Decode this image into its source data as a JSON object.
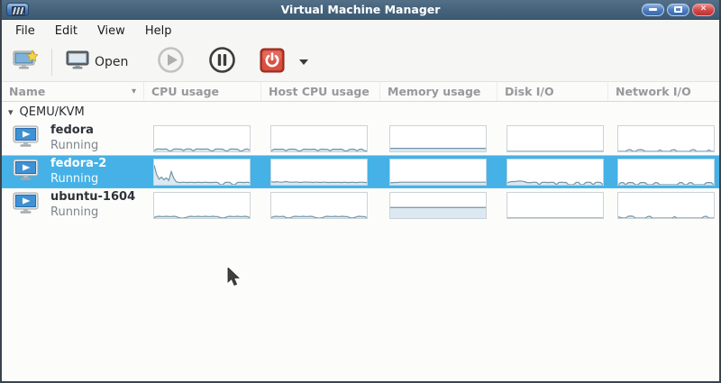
{
  "window": {
    "title": "Virtual Machine Manager"
  },
  "menu_bar": {
    "items": [
      "File",
      "Edit",
      "View",
      "Help"
    ]
  },
  "toolbar": {
    "open_label": "Open"
  },
  "icons": {
    "sort_arrow": "▾",
    "expander": "▾"
  },
  "colors": {
    "selection": "#45b1e6",
    "titlebar": "#46637c",
    "spark_line": "#7196a8",
    "spark_fill": "#dce9f2",
    "close_button": "#d44a4a"
  },
  "table": {
    "columns": [
      "Name",
      "CPU usage",
      "Host CPU usage",
      "Memory usage",
      "Disk I/O",
      "Network I/O"
    ],
    "group_label": "QEMU/KVM",
    "rows": [
      {
        "name": "fedora",
        "status": "Running",
        "selected": false,
        "charts": {
          "cpu": [
            3,
            9,
            10,
            9,
            9,
            10,
            3,
            2,
            9,
            10,
            9,
            9,
            3,
            9,
            10,
            9,
            2,
            9,
            10,
            9,
            9,
            10,
            9,
            3,
            2,
            9,
            10,
            9,
            9,
            3,
            2,
            9,
            10,
            9,
            9,
            2,
            2,
            8,
            10,
            5
          ],
          "host_cpu": [
            2,
            8,
            9,
            8,
            9,
            8,
            2,
            8,
            9,
            9,
            8,
            2,
            2,
            8,
            9,
            8,
            8,
            9,
            8,
            2,
            8,
            9,
            8,
            8,
            2,
            8,
            9,
            8,
            9,
            8,
            2,
            2,
            8,
            9,
            8,
            2,
            8,
            9,
            3,
            2
          ],
          "memory": [
            12,
            12,
            12,
            12,
            12,
            12,
            12,
            12,
            12,
            12,
            12,
            12,
            12,
            12,
            12,
            12,
            12,
            12,
            12,
            12,
            12,
            12,
            12,
            12,
            12,
            12,
            12,
            12,
            12,
            12,
            12,
            12,
            12,
            12,
            12,
            12,
            12,
            12,
            12,
            12
          ],
          "disk": [
            0,
            0,
            0,
            0,
            0,
            0,
            0,
            0,
            0,
            0,
            0,
            0,
            0,
            0,
            0,
            0,
            0,
            0,
            0,
            0,
            0,
            0,
            0,
            0,
            0,
            0,
            0,
            0,
            0,
            0,
            0,
            0,
            0,
            0,
            0,
            0,
            0,
            0,
            0,
            0
          ],
          "network": [
            0,
            0,
            0,
            0,
            6,
            7,
            0,
            0,
            6,
            7,
            6,
            0,
            0,
            0,
            0,
            0,
            0,
            6,
            0,
            0,
            0,
            0,
            6,
            7,
            0,
            0,
            0,
            0,
            0,
            0,
            6,
            7,
            0,
            0,
            0,
            0,
            0,
            6,
            0,
            0
          ]
        }
      },
      {
        "name": "fedora-2",
        "status": "Running",
        "selected": true,
        "charts": {
          "cpu": [
            78,
            42,
            22,
            30,
            20,
            27,
            17,
            52,
            26,
            12,
            9,
            9,
            10,
            9,
            9,
            10,
            9,
            9,
            10,
            9,
            9,
            10,
            9,
            9,
            9,
            10,
            9,
            0,
            0,
            9,
            10,
            9,
            0,
            0,
            9,
            10,
            9,
            9,
            10,
            8
          ],
          "host_cpu": [
            12,
            10,
            12,
            11,
            10,
            11,
            13,
            11,
            10,
            10,
            11,
            10,
            9,
            10,
            11,
            10,
            10,
            9,
            10,
            10,
            9,
            10,
            10,
            9,
            9,
            10,
            9,
            10,
            9,
            9,
            10,
            9,
            9,
            10,
            9,
            9,
            10,
            10,
            9,
            9
          ],
          "memory": [
            8,
            8,
            9,
            9,
            10,
            10,
            10,
            10,
            10,
            10,
            10,
            10,
            10,
            10,
            10,
            10,
            10,
            10,
            10,
            10,
            10,
            10,
            10,
            10,
            10,
            10,
            10,
            10,
            10,
            10,
            10,
            10,
            10,
            10,
            10,
            10,
            10,
            10,
            10,
            10
          ],
          "disk": [
            8,
            11,
            13,
            12,
            14,
            15,
            14,
            12,
            9,
            8,
            9,
            10,
            9,
            0,
            9,
            10,
            9,
            9,
            10,
            9,
            0,
            9,
            10,
            9,
            9,
            0,
            0,
            0,
            9,
            10,
            0,
            0,
            9,
            10,
            9,
            0,
            9,
            10,
            9,
            0
          ],
          "network": [
            0,
            8,
            9,
            0,
            8,
            9,
            8,
            0,
            0,
            8,
            9,
            8,
            0,
            0,
            0,
            8,
            8,
            0,
            0,
            0,
            0,
            0,
            0,
            0,
            0,
            8,
            9,
            0,
            0,
            8,
            8,
            0,
            0,
            0,
            0,
            0,
            8,
            9,
            8,
            0
          ]
        }
      },
      {
        "name": "ubuntu-1604",
        "status": "Running",
        "selected": false,
        "charts": {
          "cpu": [
            2,
            6,
            7,
            6,
            6,
            7,
            6,
            6,
            7,
            6,
            2,
            0,
            0,
            2,
            6,
            7,
            6,
            6,
            7,
            6,
            6,
            7,
            6,
            6,
            7,
            6,
            6,
            2,
            0,
            2,
            6,
            7,
            6,
            6,
            7,
            6,
            6,
            7,
            6,
            2
          ],
          "host_cpu": [
            2,
            6,
            7,
            6,
            6,
            7,
            2,
            0,
            2,
            6,
            7,
            6,
            6,
            7,
            6,
            6,
            7,
            6,
            2,
            0,
            0,
            2,
            6,
            7,
            6,
            6,
            7,
            6,
            6,
            7,
            6,
            6,
            2,
            0,
            2,
            6,
            7,
            6,
            6,
            2
          ],
          "memory": [
            42,
            42,
            42,
            42,
            42,
            42,
            42,
            42,
            42,
            42,
            42,
            42,
            42,
            42,
            42,
            42,
            42,
            42,
            42,
            42,
            42,
            42,
            42,
            42,
            42,
            42,
            42,
            42,
            42,
            42,
            42,
            42,
            42,
            42,
            42,
            42,
            42,
            42,
            42,
            42
          ],
          "disk": [
            0,
            0,
            0,
            0,
            0,
            0,
            0,
            0,
            0,
            0,
            0,
            0,
            0,
            0,
            0,
            0,
            0,
            0,
            0,
            0,
            0,
            0,
            0,
            0,
            0,
            0,
            0,
            0,
            0,
            0,
            0,
            0,
            0,
            0,
            0,
            0,
            0,
            0,
            0,
            0
          ],
          "network": [
            5,
            2,
            0,
            0,
            7,
            8,
            7,
            0,
            0,
            0,
            0,
            0,
            6,
            7,
            0,
            0,
            0,
            0,
            0,
            0,
            0,
            0,
            0,
            6,
            0,
            0,
            0,
            0,
            0,
            0,
            0,
            0,
            0,
            0,
            0,
            6,
            7,
            0,
            0,
            0
          ]
        }
      }
    ]
  }
}
